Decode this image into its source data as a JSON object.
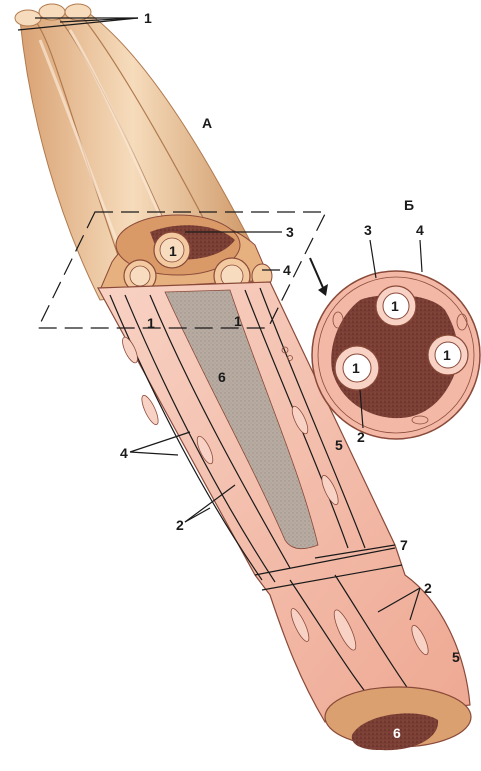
{
  "panels": {
    "a": "А",
    "b": "Б"
  },
  "labels": {
    "one": "1",
    "two": "2",
    "three": "3",
    "four": "4",
    "five": "5",
    "six": "6",
    "seven": "7"
  },
  "colors": {
    "fiber_tan": "#e8b98a",
    "fiber_light": "#f6dcbc",
    "fiber_dark": "#c98f5c",
    "section_pink": "#f3b8a6",
    "section_light": "#f8d2c4",
    "axon_gray": "#b8aca2",
    "lamellae_dark": "#7c3f35",
    "outline": "#8a4a3a"
  }
}
